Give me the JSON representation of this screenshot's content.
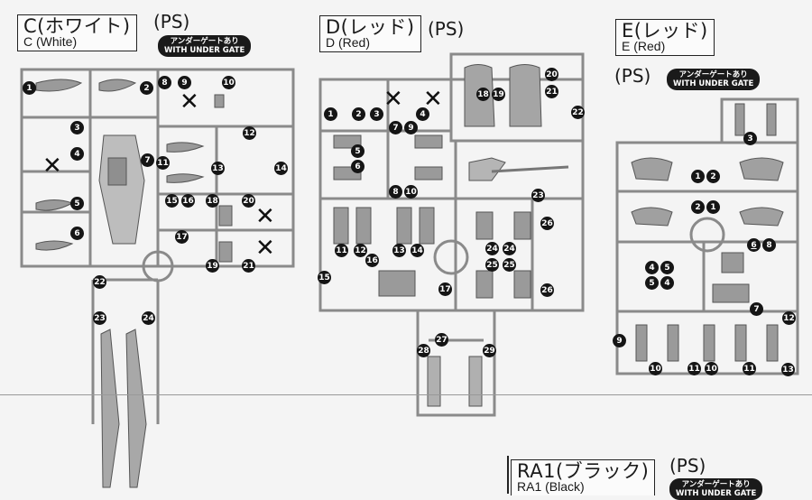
{
  "groups": {
    "c": {
      "jp": "C(ホワイト)",
      "en": "C (White)",
      "material": "(PS)",
      "gate_jp": "アンダーゲートあり",
      "gate_en": "WITH UNDER GATE"
    },
    "d": {
      "jp": "D(レッド)",
      "en": "D (Red)",
      "material": "(PS)"
    },
    "e": {
      "jp": "E(レッド)",
      "en": "E (Red)",
      "material": "(PS)",
      "gate_jp": "アンダーゲートあり",
      "gate_en": "WITH UNDER GATE"
    },
    "ra1": {
      "jp": "RA1(ブラック)",
      "en": "RA1 (Black)",
      "material": "(PS)",
      "gate_jp": "アンダーゲートあり",
      "gate_en": "WITH UNDER GATE"
    }
  },
  "parts": {
    "c": [
      "1",
      "2",
      "8",
      "9",
      "10",
      "3",
      "4",
      "7",
      "11",
      "12",
      "13",
      "14",
      "5",
      "15",
      "16",
      "18",
      "20",
      "6",
      "17",
      "19",
      "21",
      "22",
      "23",
      "24"
    ],
    "d": [
      "1",
      "2",
      "3",
      "4",
      "7",
      "9",
      "18",
      "19",
      "20",
      "21",
      "22",
      "5",
      "6",
      "8",
      "10",
      "23",
      "26",
      "24",
      "24",
      "25",
      "25",
      "11",
      "12",
      "13",
      "14",
      "16",
      "15",
      "17",
      "26",
      "27",
      "28",
      "29"
    ],
    "e": [
      "3",
      "1",
      "2",
      "2",
      "1",
      "6",
      "8",
      "4",
      "5",
      "5",
      "4",
      "7",
      "12",
      "9",
      "10",
      "11",
      "10",
      "11",
      "13"
    ]
  },
  "unused_mark": "✕"
}
